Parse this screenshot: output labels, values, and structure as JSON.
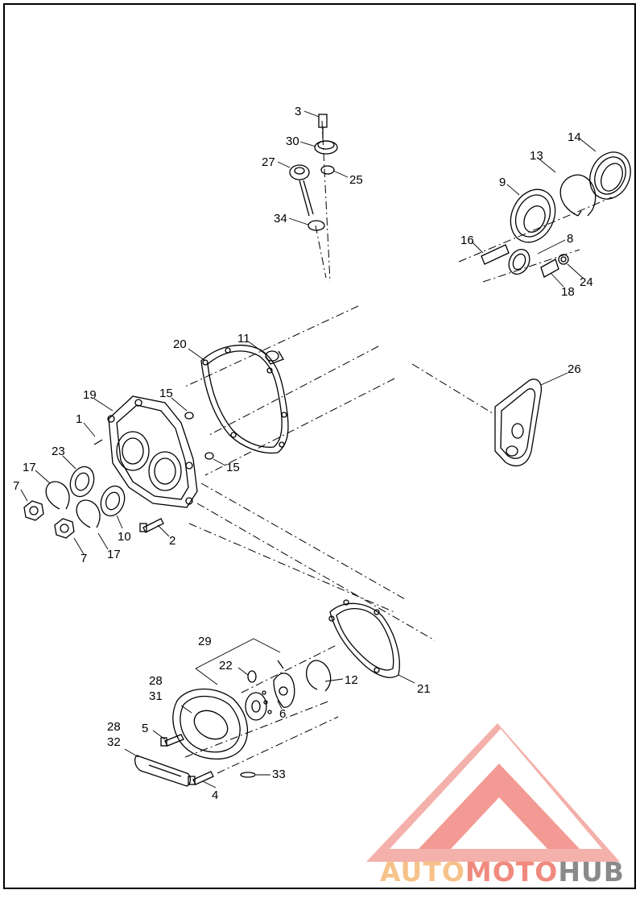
{
  "callouts": [
    {
      "id": "c3",
      "label": "3"
    },
    {
      "id": "c30",
      "label": "30"
    },
    {
      "id": "c27",
      "label": "27"
    },
    {
      "id": "c25",
      "label": "25"
    },
    {
      "id": "c34",
      "label": "34"
    },
    {
      "id": "c14",
      "label": "14"
    },
    {
      "id": "c13",
      "label": "13"
    },
    {
      "id": "c9",
      "label": "9"
    },
    {
      "id": "c16",
      "label": "16"
    },
    {
      "id": "c8",
      "label": "8"
    },
    {
      "id": "c24",
      "label": "24"
    },
    {
      "id": "c18",
      "label": "18"
    },
    {
      "id": "c20",
      "label": "20"
    },
    {
      "id": "c11",
      "label": "11"
    },
    {
      "id": "c26",
      "label": "26"
    },
    {
      "id": "c19",
      "label": "19"
    },
    {
      "id": "c15a",
      "label": "15"
    },
    {
      "id": "c1",
      "label": "1"
    },
    {
      "id": "c23",
      "label": "23"
    },
    {
      "id": "c15b",
      "label": "15"
    },
    {
      "id": "c17a",
      "label": "17"
    },
    {
      "id": "c7a",
      "label": "7"
    },
    {
      "id": "c10",
      "label": "10"
    },
    {
      "id": "c2",
      "label": "2"
    },
    {
      "id": "c17b",
      "label": "17"
    },
    {
      "id": "c7b",
      "label": "7"
    },
    {
      "id": "c29",
      "label": "29"
    },
    {
      "id": "c22",
      "label": "22"
    },
    {
      "id": "c28a",
      "label": "28"
    },
    {
      "id": "c31",
      "label": "31"
    },
    {
      "id": "c12",
      "label": "12"
    },
    {
      "id": "c21",
      "label": "21"
    },
    {
      "id": "c6",
      "label": "6"
    },
    {
      "id": "c5",
      "label": "5"
    },
    {
      "id": "c28b",
      "label": "28"
    },
    {
      "id": "c32",
      "label": "32"
    },
    {
      "id": "c33",
      "label": "33"
    },
    {
      "id": "c4",
      "label": "4"
    }
  ],
  "watermark": {
    "part1": "AUTO",
    "part2": "MOTO",
    "part3": "HUB",
    "color1": "#f6c28a",
    "color2": "#f08a7e",
    "color3": "#8a8a8a",
    "logo_color": "#f29a93"
  }
}
